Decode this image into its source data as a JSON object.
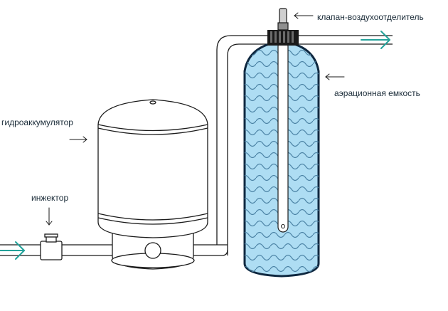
{
  "labels": {
    "valve": "клапан-воздухоотделитель",
    "aeration_tank": "аэрационная емкость",
    "accumulator": "гидроаккумулятор",
    "injector": "инжектор"
  },
  "colors": {
    "flow_arrow": "#23a29a",
    "water_fill": "#aeddf3",
    "wave_stroke": "#4d84a6",
    "outline": "#1a1a1a",
    "tank_outline": "#0f2840"
  },
  "icons": {
    "flow_in": "arrow-right-icon",
    "flow_out": "arrow-right-icon",
    "label_pointer": "arrow-pointer-icon"
  }
}
